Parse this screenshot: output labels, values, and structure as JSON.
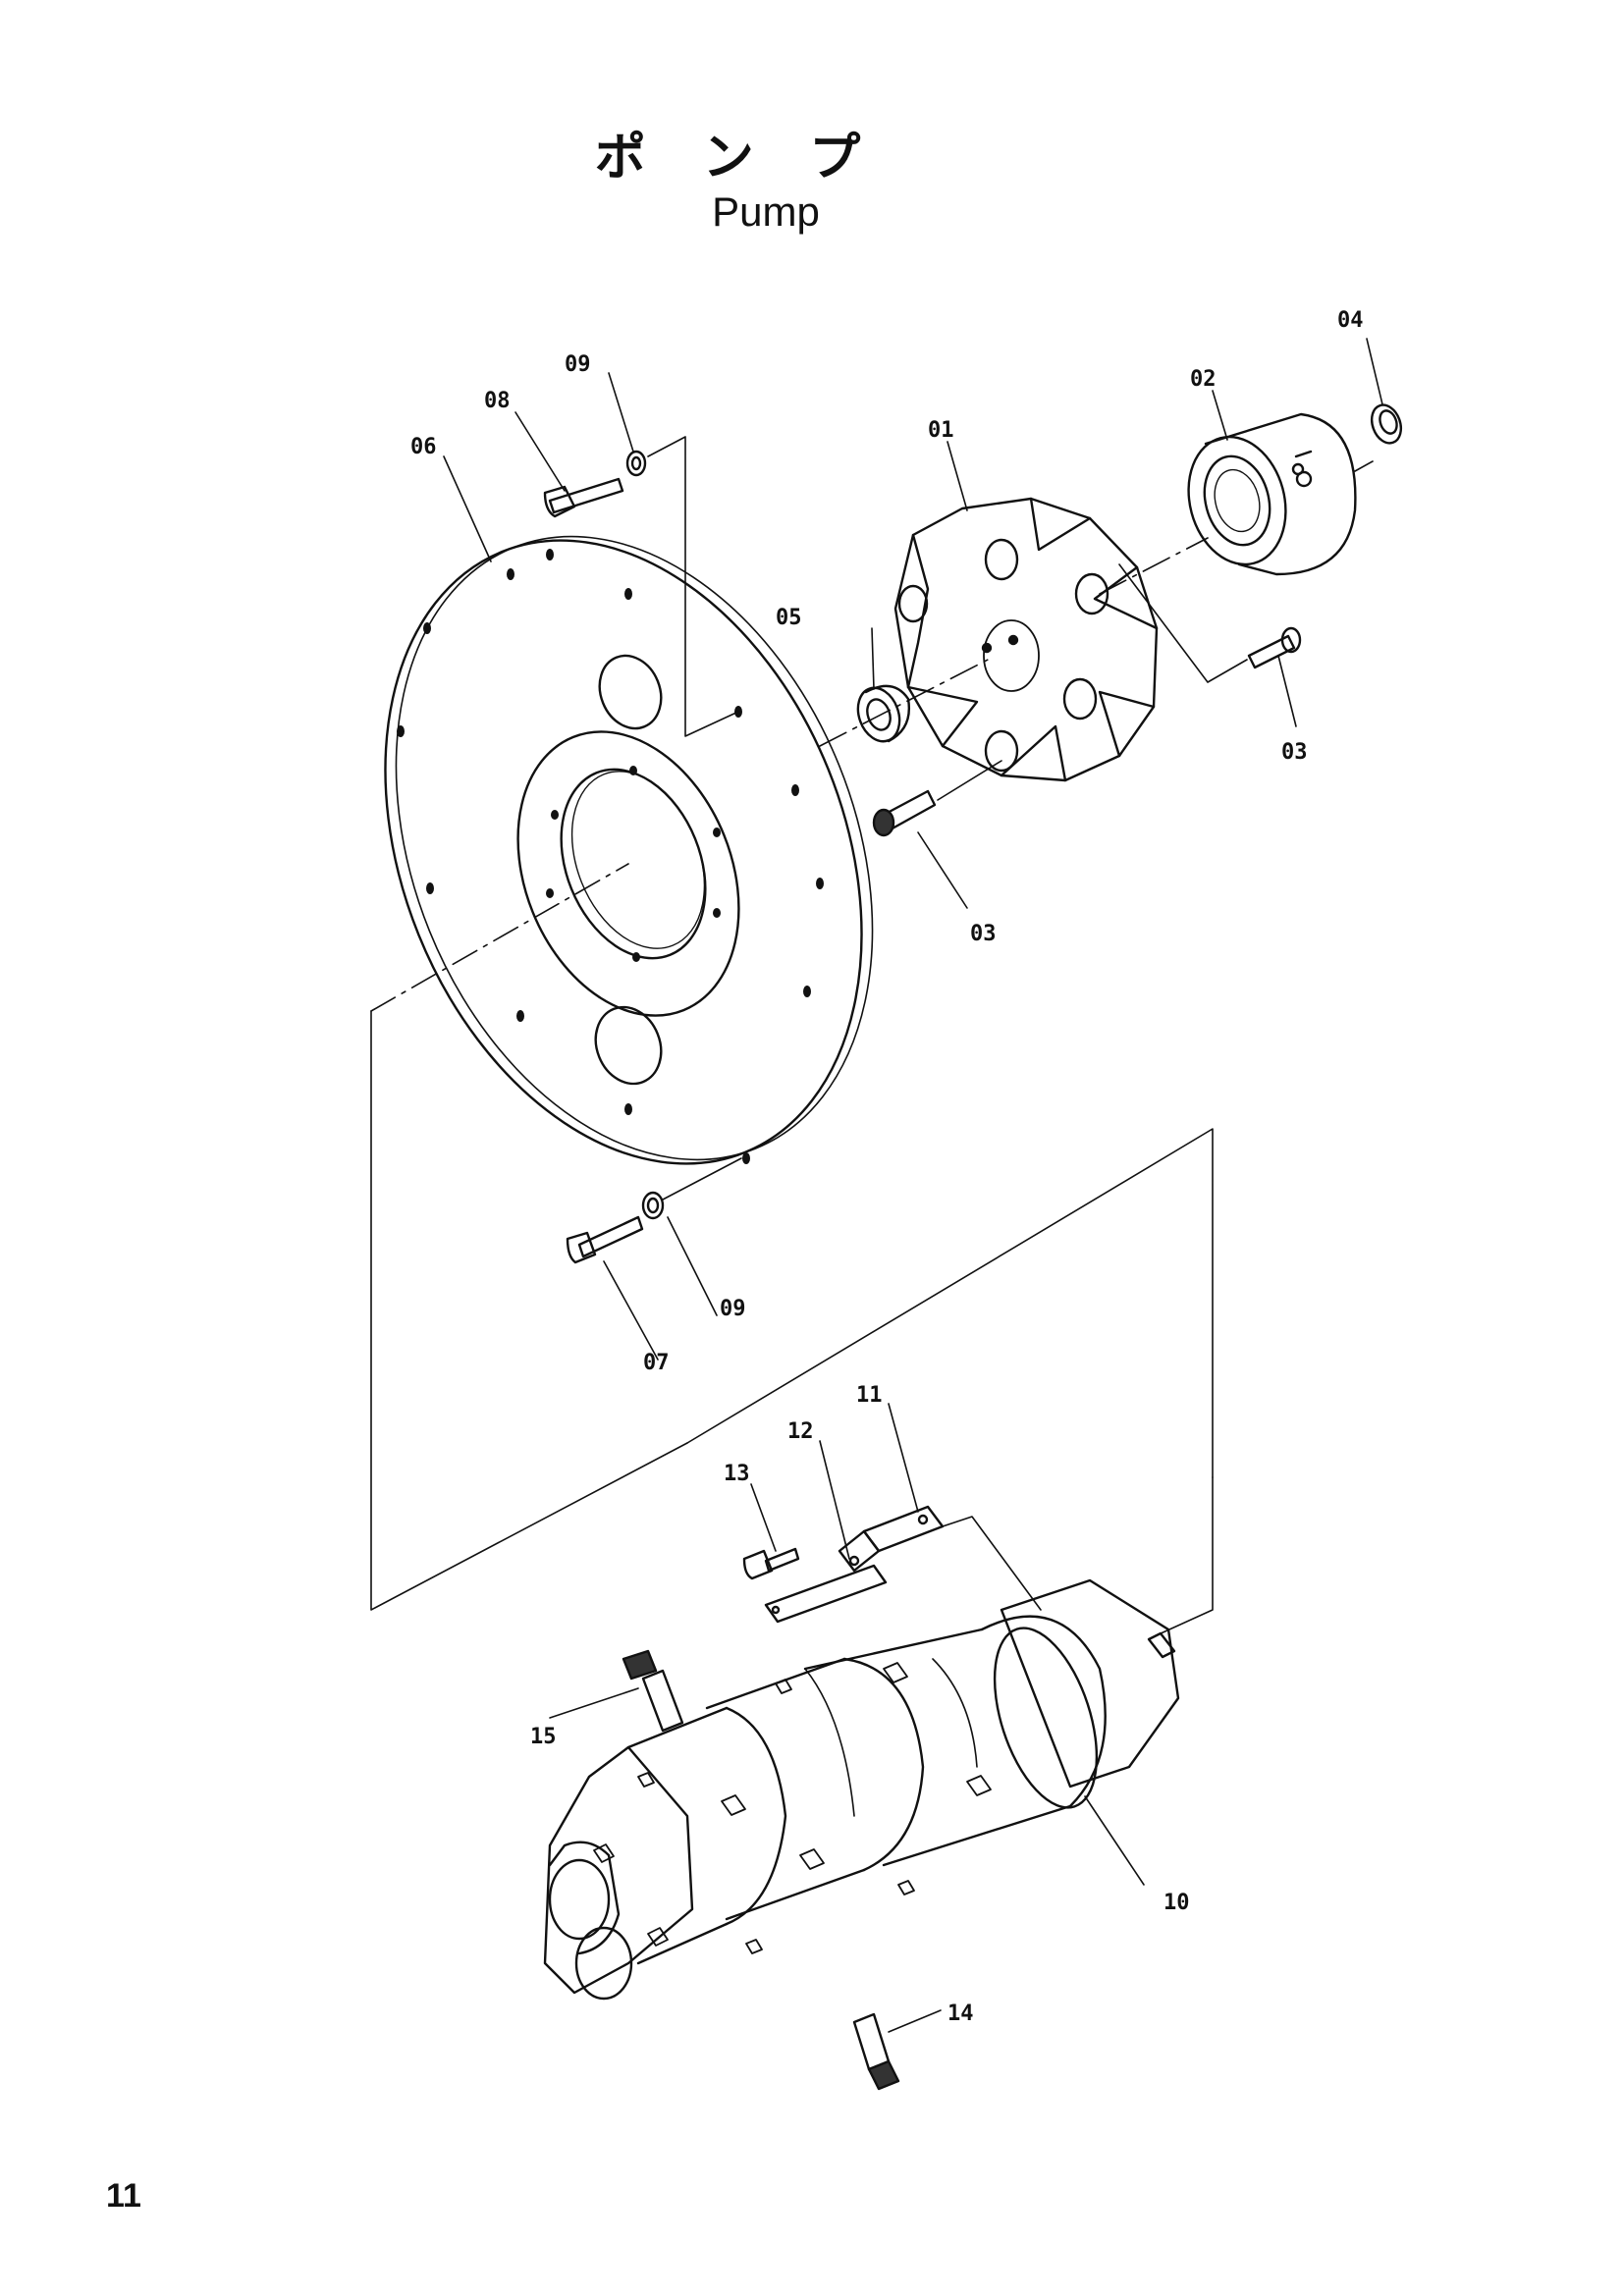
{
  "title": {
    "japanese": "ポンプ",
    "english": "Pump"
  },
  "page_number": "11",
  "callouts": {
    "c01": "01",
    "c02": "02",
    "c03a": "03",
    "c03b": "03",
    "c04": "04",
    "c05": "05",
    "c06": "06",
    "c07": "07",
    "c08": "08",
    "c09a": "09",
    "c09b": "09",
    "c10": "10",
    "c11": "11",
    "c12": "12",
    "c13": "13",
    "c14": "14",
    "c15": "15"
  }
}
